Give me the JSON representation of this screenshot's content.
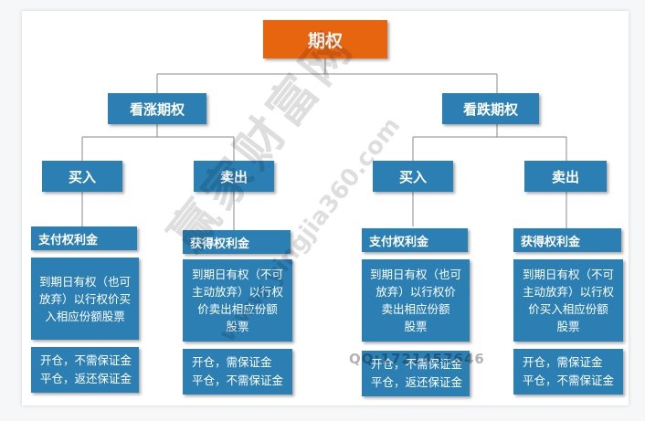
{
  "root": "期权",
  "branches": [
    {
      "label": "看涨期权",
      "children": [
        {
          "action": "买入",
          "head": "支付权利金",
          "desc": "到期日有权（也可\n放弃）以行权价买\n入相应份额股票",
          "margin": "开仓，不需保证金\n平仓，返还保证金"
        },
        {
          "action": "卖出",
          "head": "获得权利金",
          "desc": "到期日有权（不可\n主动放弃）以行权\n价卖出相应份额\n股票",
          "margin": "开仓，需保证金\n平仓，不需保证金"
        }
      ]
    },
    {
      "label": "看跌期权",
      "children": [
        {
          "action": "买入",
          "head": "支付权利金",
          "desc": "到期日有权（也可\n放弃）以行权价\n卖出相应份额\n股票",
          "margin": "开仓，不需保证金\n平仓，返还保证金"
        },
        {
          "action": "卖出",
          "head": "获得权利金",
          "desc": "到期日有权（不可\n主动放弃）以行权\n价买入相应份额\n股票",
          "margin": "开仓，需保证金\n平仓，不需保证金"
        }
      ]
    }
  ],
  "watermark": {
    "brand": "赢家财富网",
    "site": "www.yingjia360.com",
    "qq": "QQ:1721457646"
  },
  "colors": {
    "root": "#e8650f",
    "node": "#2b7fb3",
    "line": "#8a8a8a"
  }
}
